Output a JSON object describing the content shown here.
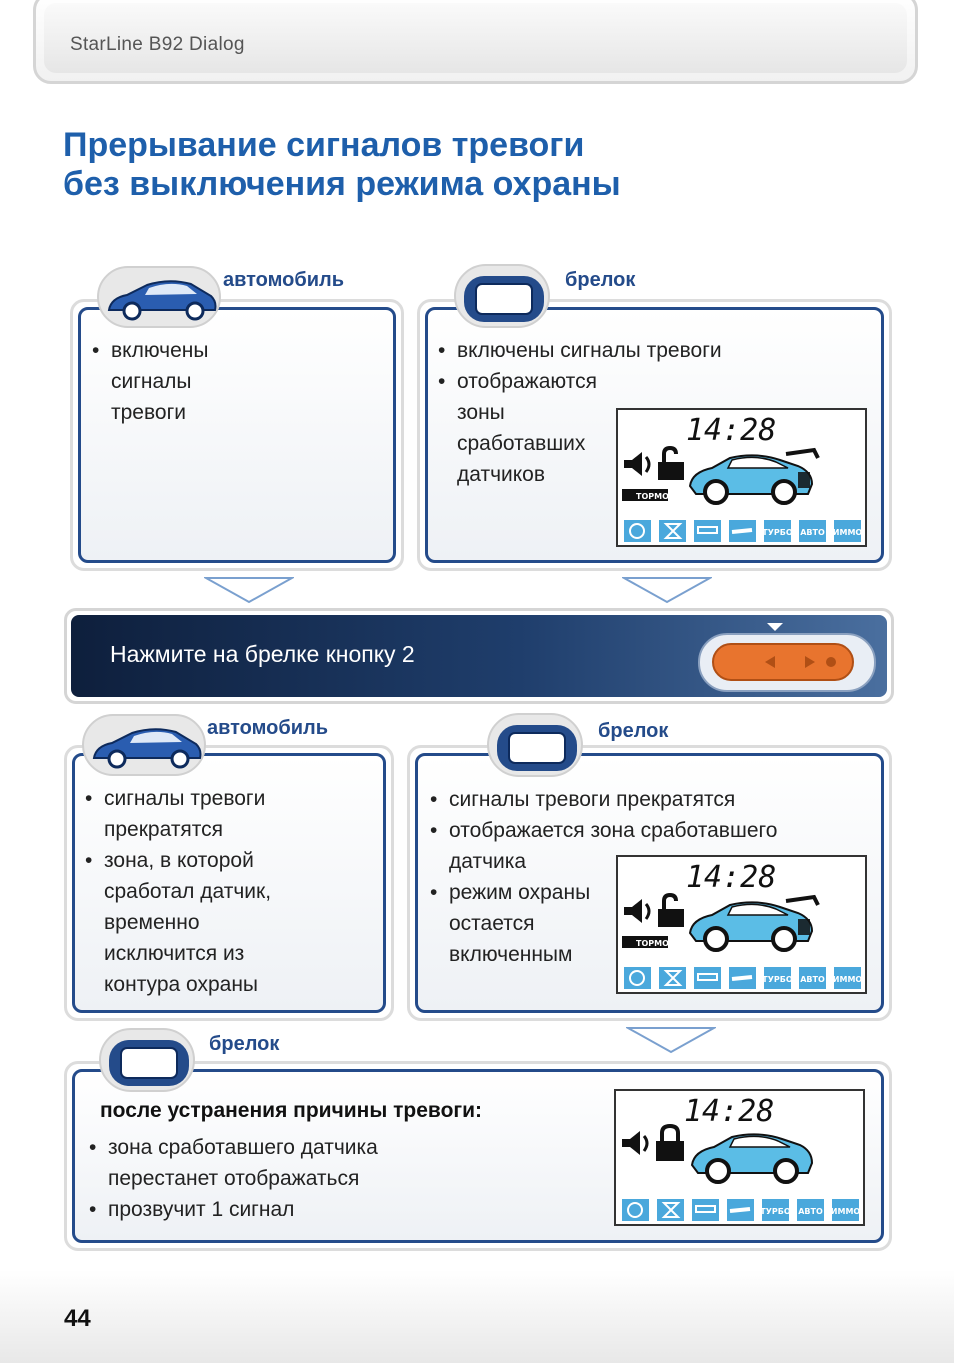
{
  "header": {
    "product": "StarLine B92 Dialog"
  },
  "title": {
    "line1": "Прерывание сигналов тревоги",
    "line2": "без выключения режима охраны"
  },
  "section1": {
    "car": {
      "label": "автомобиль",
      "items": [
        "включены сигналы тревоги"
      ]
    },
    "fob": {
      "label": "брелок",
      "items": [
        "включены сигналы тревоги",
        "отображаются зоны сработавших датчиков"
      ]
    }
  },
  "action": {
    "text": "Нажмите на брелке кнопку 2"
  },
  "section2": {
    "car": {
      "label": "автомобиль",
      "items": [
        "сигналы тревоги прекратятся",
        "зона, в которой сработал датчик, временно исключится из контура охраны"
      ]
    },
    "fob": {
      "label": "брелок",
      "items": [
        "сигналы тревоги прекратятся",
        "отображается зона сработавшего датчика",
        "режим охраны остается включенным"
      ]
    }
  },
  "section3": {
    "fob": {
      "label": "брелок",
      "heading": "после устранения причины тревоги:",
      "items": [
        "зона сработавшего датчика перестанет отображаться",
        "прозвучит 1 сигнал"
      ]
    }
  },
  "lcd": {
    "time": "14:28",
    "brake_label": "ТОРМОЗ",
    "icon_labels": [
      "ТУРБО",
      "АВТО",
      "ИММО"
    ]
  },
  "colors": {
    "title": "#1e5fab",
    "frame": "#244b8a",
    "car_lcd": "#5bbde6",
    "action_bg": "#1f3e6c",
    "button": "#e8742e"
  },
  "page": {
    "number": "44"
  }
}
